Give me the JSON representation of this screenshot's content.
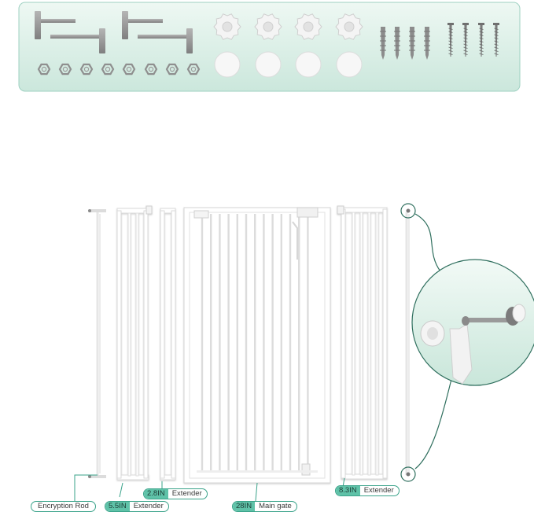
{
  "labels": {
    "encryption_rod": {
      "text": "Encryption Rod"
    },
    "ext_55": {
      "size": "5.5IN",
      "text": "Extender"
    },
    "ext_28": {
      "size": "2.8IN",
      "text": "Extender"
    },
    "main_gate": {
      "size": "28IN",
      "text": "Main gate"
    },
    "ext_83": {
      "size": "8.3IN",
      "text": "Extender"
    }
  },
  "colors": {
    "accent": "#3aa38a",
    "panel_top": "#e6f4ee",
    "panel_bottom": "#cfe8df",
    "hardware_gray": "#9a9a9a",
    "gate_white": "#ffffff"
  }
}
